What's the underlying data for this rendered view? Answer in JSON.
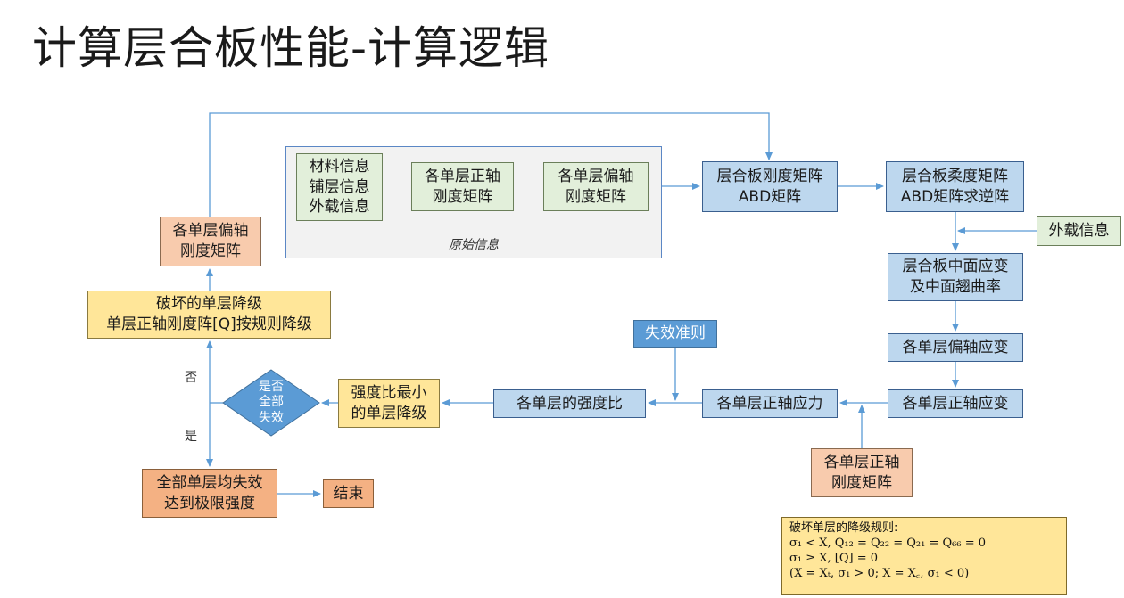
{
  "title": "计算层合板性能-计算逻辑",
  "group_label": "原始信息",
  "nodes": {
    "material_info": "材料信息\n铺层信息\n外载信息",
    "ply_on_axis_stiffness": "各单层正轴\n刚度矩阵",
    "ply_off_axis_stiffness": "各单层偏轴\n刚度矩阵",
    "laminate_stiffness": "层合板刚度矩阵\nABD矩阵",
    "laminate_compliance": "层合板柔度矩阵\nABD矩阵求逆阵",
    "external_load": "外载信息",
    "midplane_strain": "层合板中面应变\n及中面翘曲率",
    "ply_off_axis_strain": "各单层偏轴应变",
    "ply_on_axis_strain": "各单层正轴应变",
    "ply_on_axis_stress": "各单层正轴应力",
    "ply_on_axis_stiffness_2": "各单层正轴\n刚度矩阵",
    "failure_criterion": "失效准则",
    "ply_strength_ratio": "各单层的强度比",
    "min_strength_ratio_degrade": "强度比最小\n的单层降级",
    "all_failed_decision": "是否\n全部\n失效",
    "failed_ply_degrade": "破坏的单层降级\n单层正轴刚度阵[Q]按规则降级",
    "ply_off_axis_stiffness_2": "各单层偏轴\n刚度矩阵",
    "all_failed_ultimate": "全部单层均失效\n达到极限强度",
    "end": "结束"
  },
  "edge_labels": {
    "no": "否",
    "yes": "是"
  },
  "rules": {
    "title": "破坏单层的降级规则:",
    "line1": "σ₁ < X, Q₁₂ = Q₂₂ = Q₂₁ = Q₆₆ = 0",
    "line2": "σ₁ ≥ X, [Q] = 0",
    "line3": "(X = Xₜ, σ₁ > 0; X = X꜀, σ₁ < 0)"
  }
}
